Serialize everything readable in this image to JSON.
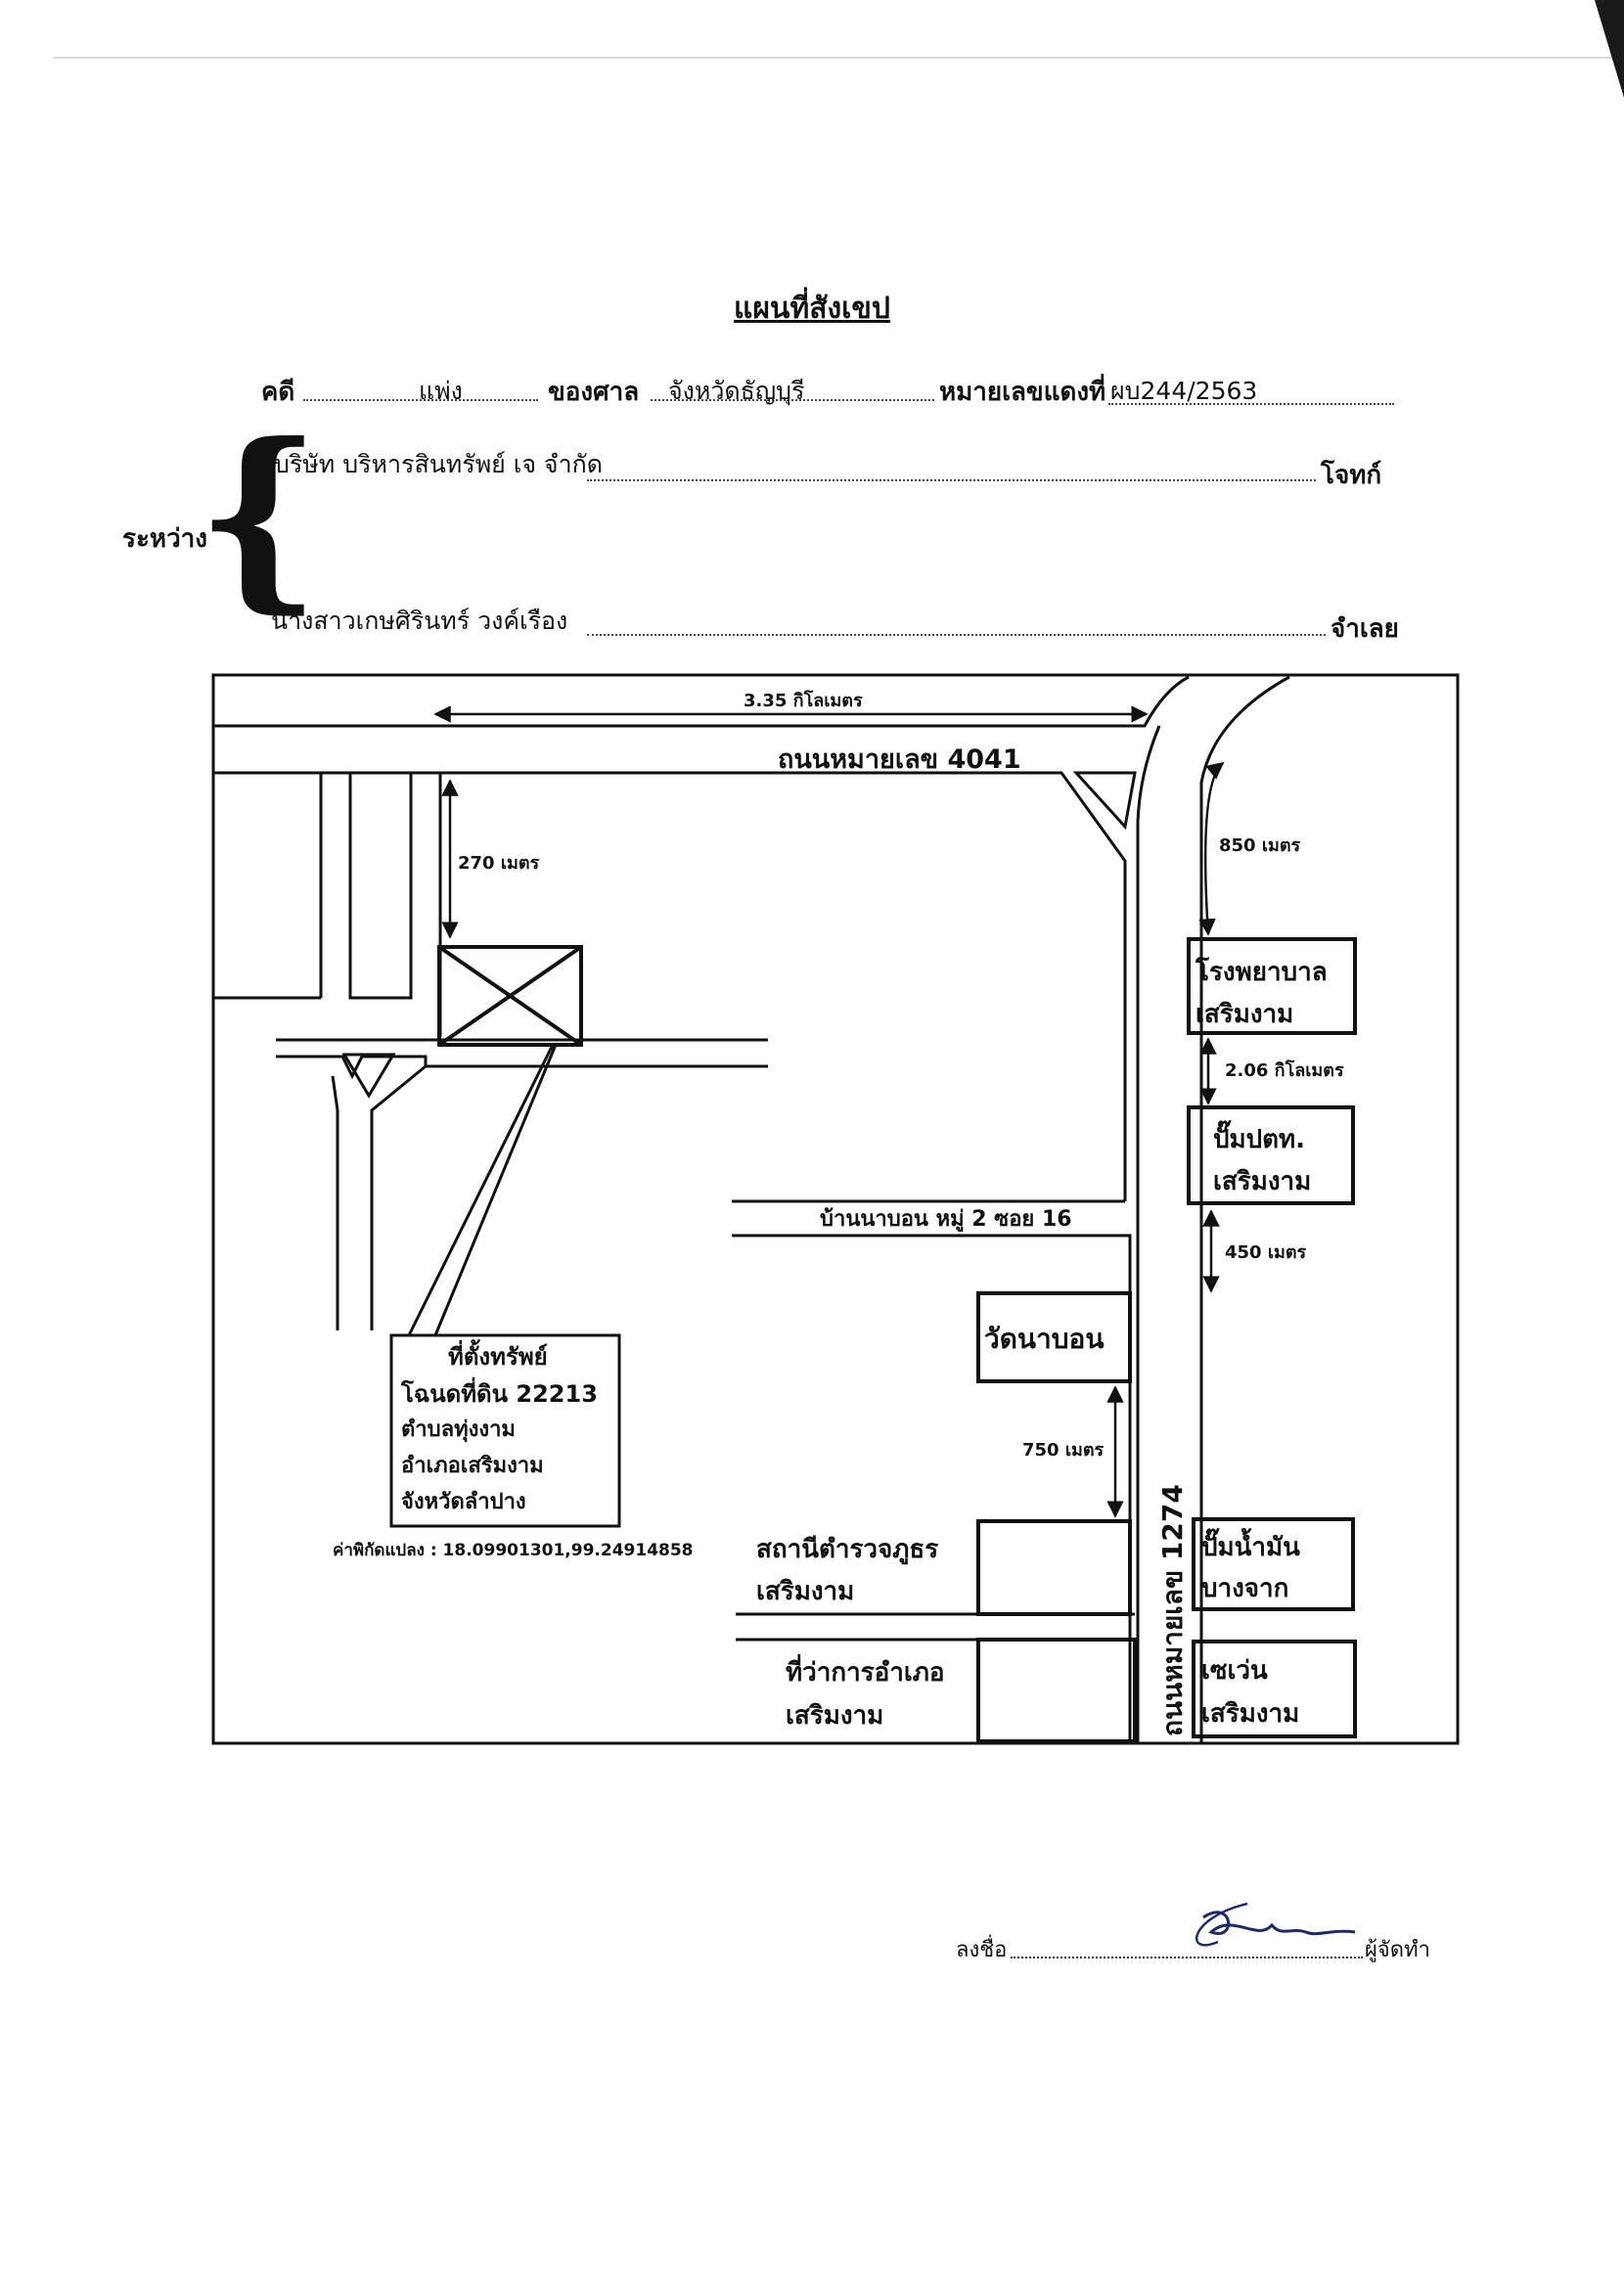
{
  "document": {
    "title": "แผนที่สังเขป",
    "case_label": "คดี",
    "case_type": "แพ่ง",
    "court_label": "ของศาล",
    "court_name": "จังหวัดธัญบุรี",
    "red_number_label": "หมายเลขแดงที่",
    "red_number": "ผบ244/2563",
    "between_label": "ระหว่าง",
    "plaintiff_name": "บริษัท บริหารสินทรัพย์ เจ จำกัด",
    "plaintiff_role": "โจทก์",
    "defendant_name": "นางสาวเกษศิรินทร์ วงค์เรือง",
    "defendant_role": "จำเลย"
  },
  "map": {
    "road_4041": "ถนนหมายเลข 4041",
    "road_1274": "ถนนหมายเลข 1274",
    "soi_label": "บ้านนาบอน หมู่ 2 ซอย 16",
    "dist_335km": "3.35 กิโลเมตร",
    "dist_270m": "270 เมตร",
    "dist_850m": "850 เมตร",
    "dist_206km": "2.06 กิโลเมตร",
    "dist_450m": "450 เมตร",
    "dist_750m": "750 เมตร",
    "hospital_l1": "โรงพยาบาล",
    "hospital_l2": "เสริมงาม",
    "ptt_l1": "ปั๊มปตท.",
    "ptt_l2": "เสริมงาม",
    "temple": "วัดนาบอน",
    "police_l1": "สถานีตำรวจภูธร",
    "police_l2": "เสริมงาม",
    "district_office_l1": "ที่ว่าการอำเภอ",
    "district_office_l2": "เสริมงาม",
    "gas_l1": "ปั๊มน้ำมัน",
    "gas_l2": "บางจาก",
    "sevenEleven_l1": "เซเว่น",
    "sevenEleven_l2": "เสริมงาม",
    "property_l1": "ที่ตั้งทรัพย์",
    "property_l2": "โฉนดที่ดิน 22213",
    "property_l3": "ตำบลทุ่งงาม",
    "property_l4": "อำเภอเสริมงาม",
    "property_l5": "จังหวัดลำปาง",
    "coordinates": "ค่าพิกัดแปลง : 18.09901301,99.24914858"
  },
  "signature": {
    "sign_label": "ลงชื่อ",
    "maker_label": "ผู้จัดทำ"
  }
}
